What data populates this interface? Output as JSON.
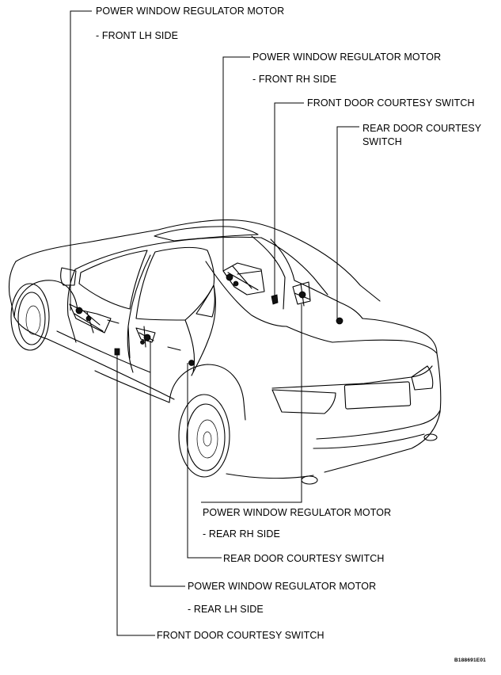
{
  "callouts": {
    "front_lh_motor": {
      "title": "POWER WINDOW REGULATOR MOTOR",
      "sub": "- FRONT LH SIDE"
    },
    "front_rh_motor": {
      "title": "POWER WINDOW REGULATOR MOTOR",
      "sub": "- FRONT RH SIDE"
    },
    "front_door_courtesy_top": {
      "title": "FRONT DOOR COURTESY SWITCH"
    },
    "rear_door_courtesy_top": {
      "line1": "REAR DOOR COURTESY",
      "line2": "SWITCH"
    },
    "rear_rh_motor": {
      "title": "POWER WINDOW REGULATOR MOTOR",
      "sub": "- REAR RH SIDE"
    },
    "rear_door_courtesy_bottom": {
      "title": "REAR DOOR COURTESY SWITCH"
    },
    "rear_lh_motor": {
      "title": "POWER WINDOW REGULATOR MOTOR",
      "sub": "- REAR LH SIDE"
    },
    "front_door_courtesy_bottom": {
      "title": "FRONT DOOR COURTESY SWITCH"
    }
  },
  "figure_code": "B188691E01"
}
